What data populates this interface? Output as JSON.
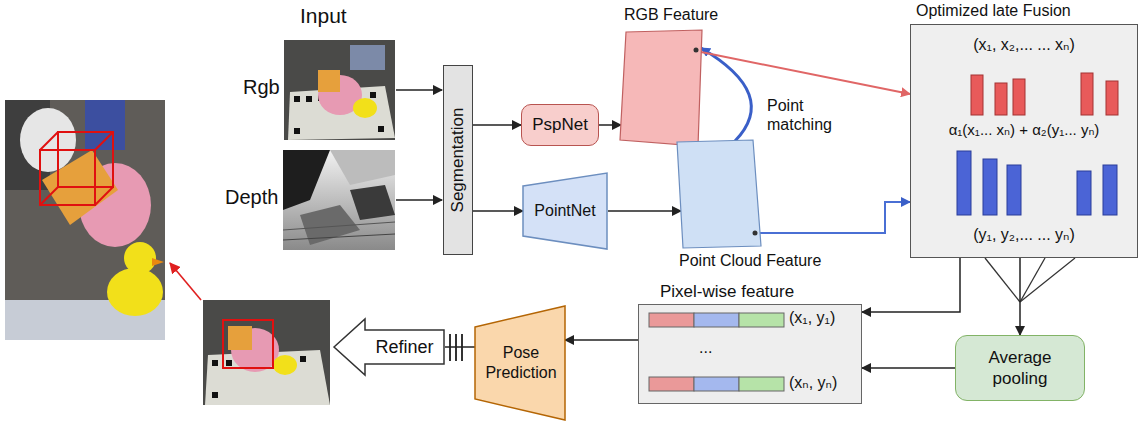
{
  "diagram": {
    "nodes": [
      {
        "text": [
          "Segmentation"
        ]
      },
      {
        "text": [
          "PspNet"
        ]
      },
      {
        "text": [
          "PointNet"
        ]
      },
      {
        "text": [
          "RGB Feature"
        ]
      },
      {
        "text": [
          "Point Cloud Feature"
        ]
      },
      {
        "text": [
          "Optimized late Fusion",
          "(x₁, x₂,... ... xₙ)",
          "α₁(x₁... xₙ) + α₂(y₁... yₙ)",
          "(y₁, y₂,... ... yₙ)"
        ]
      },
      {
        "text": [
          "Average pooling"
        ]
      },
      {
        "text": [
          "Pixel-wise feature",
          "(x₁, y₁)",
          "...",
          "(xₙ, yₙ)"
        ]
      },
      {
        "text": [
          "Pose Prediction"
        ]
      },
      {
        "text": [
          "Refiner"
        ]
      }
    ],
    "edges": [
      {
        "from": 0,
        "to": 1,
        "arrow": "to"
      },
      {
        "from": 0,
        "to": 2,
        "arrow": "to"
      },
      {
        "from": 1,
        "to": 3,
        "arrow": "to"
      },
      {
        "from": 2,
        "to": 4,
        "arrow": "to"
      },
      {
        "from": 4,
        "to": 3,
        "label": "Point matching",
        "arrow": "to"
      },
      {
        "from": 3,
        "to": 5,
        "arrow": "to"
      },
      {
        "from": 4,
        "to": 5,
        "arrow": "to"
      },
      {
        "from": 5,
        "to": 6,
        "arrow": "to"
      },
      {
        "from": 5,
        "to": 7,
        "arrow": "to"
      },
      {
        "from": 6,
        "to": 7,
        "arrow": "to"
      },
      {
        "from": 7,
        "to": 8,
        "arrow": "to"
      },
      {
        "from": 8,
        "to": 9,
        "arrow": "none"
      }
    ],
    "labels": [
      "Input",
      "Rgb",
      "Depth"
    ]
  }
}
